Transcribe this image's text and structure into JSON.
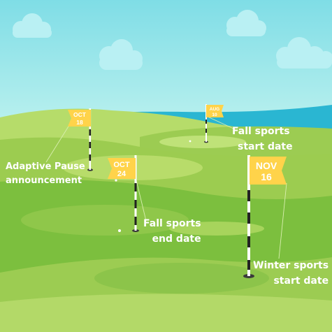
{
  "colors": {
    "sky": "#8fe3e9",
    "sea": "#2ab6d2",
    "grass_light": "#a8d35a",
    "grass_dark": "#6fb43a",
    "flag": "#ffd34a",
    "text": "#ffffff"
  },
  "flags": [
    {
      "month": "OCT",
      "day": "18"
    },
    {
      "month": "AUG",
      "day": "10"
    },
    {
      "month": "OCT",
      "day": "24"
    },
    {
      "month": "NOV",
      "day": "16"
    }
  ],
  "labels": {
    "adaptive_pause": [
      "Adaptive Pause",
      "announcement"
    ],
    "fall_start": [
      "Fall sports",
      "start date"
    ],
    "fall_end": [
      "Fall sports",
      "end date"
    ],
    "winter_start": [
      "Winter sports",
      "start date"
    ]
  }
}
